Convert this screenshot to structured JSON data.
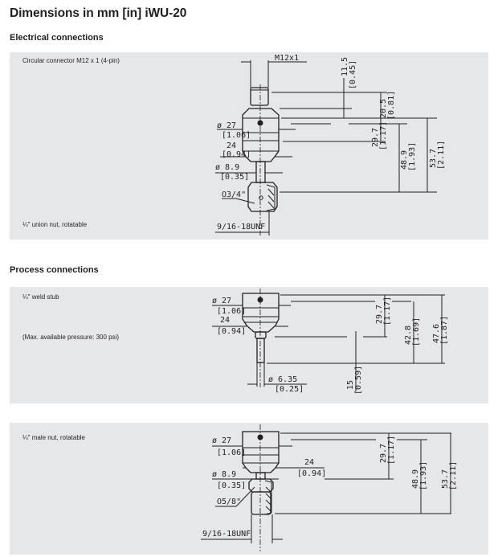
{
  "page": {
    "title": "Dimensions in mm [in] iWU-20"
  },
  "sections": [
    {
      "heading": "Electrical connections",
      "panels": [
        {
          "labels": [
            "Circular connector M12 x 1 (4-pin)",
            "¼\" union nut, rotatable"
          ],
          "dims": {
            "thread_top": "M12x1",
            "d1_mm": "ø 27",
            "d1_in": "[1.06]",
            "w1_mm": "24",
            "w1_in": "[0.94]",
            "d2_mm": "ø 8.9",
            "d2_in": "[0.35]",
            "hex": "O3/4\"",
            "thread_bottom": "9/16-18UNF",
            "v1_mm": "11.5",
            "v1_in": "[0.45]",
            "v2_mm": "20.5",
            "v2_in": "[0.81]",
            "v3_mm": "29.7",
            "v3_in": "[1.17]",
            "v4_mm": "48.9",
            "v4_in": "[1.93]",
            "v5_mm": "53.7",
            "v5_in": "[2.11]"
          }
        }
      ]
    },
    {
      "heading": "Process connections",
      "panels": [
        {
          "labels": [
            "¼\" weld stub",
            "(Max. available pressure: 300 psi)"
          ],
          "dims": {
            "d1_mm": "ø 27",
            "d1_in": "[1.06]",
            "w1_mm": "24",
            "w1_in": "[0.94]",
            "d3_mm": "ø 6.35",
            "d3_in": "[0.25]",
            "v3_mm": "29.7",
            "v3_in": "[1.17]",
            "v6_mm": "42.8",
            "v6_in": "[1.69]",
            "v7_mm": "47.6",
            "v7_in": "[1.87]",
            "v8_mm": "15",
            "v8_in": "[0.59]"
          }
        },
        {
          "labels": [
            "¼\" male nut, rotatable"
          ],
          "dims": {
            "d1_mm": "ø 27",
            "d1_in": "[1.06]",
            "w1_mm": "24",
            "w1_in": "[0.94]",
            "d2_mm": "ø 8.9",
            "d2_in": "[0.35]",
            "hex": "O5/8\"",
            "thread_bottom": "9/16-18UNF",
            "v3_mm": "29.7",
            "v3_in": "[1.17]",
            "v4_mm": "48.9",
            "v4_in": "[1.93]",
            "v5_mm": "53.7",
            "v5_in": "[2.11]"
          }
        }
      ]
    }
  ]
}
